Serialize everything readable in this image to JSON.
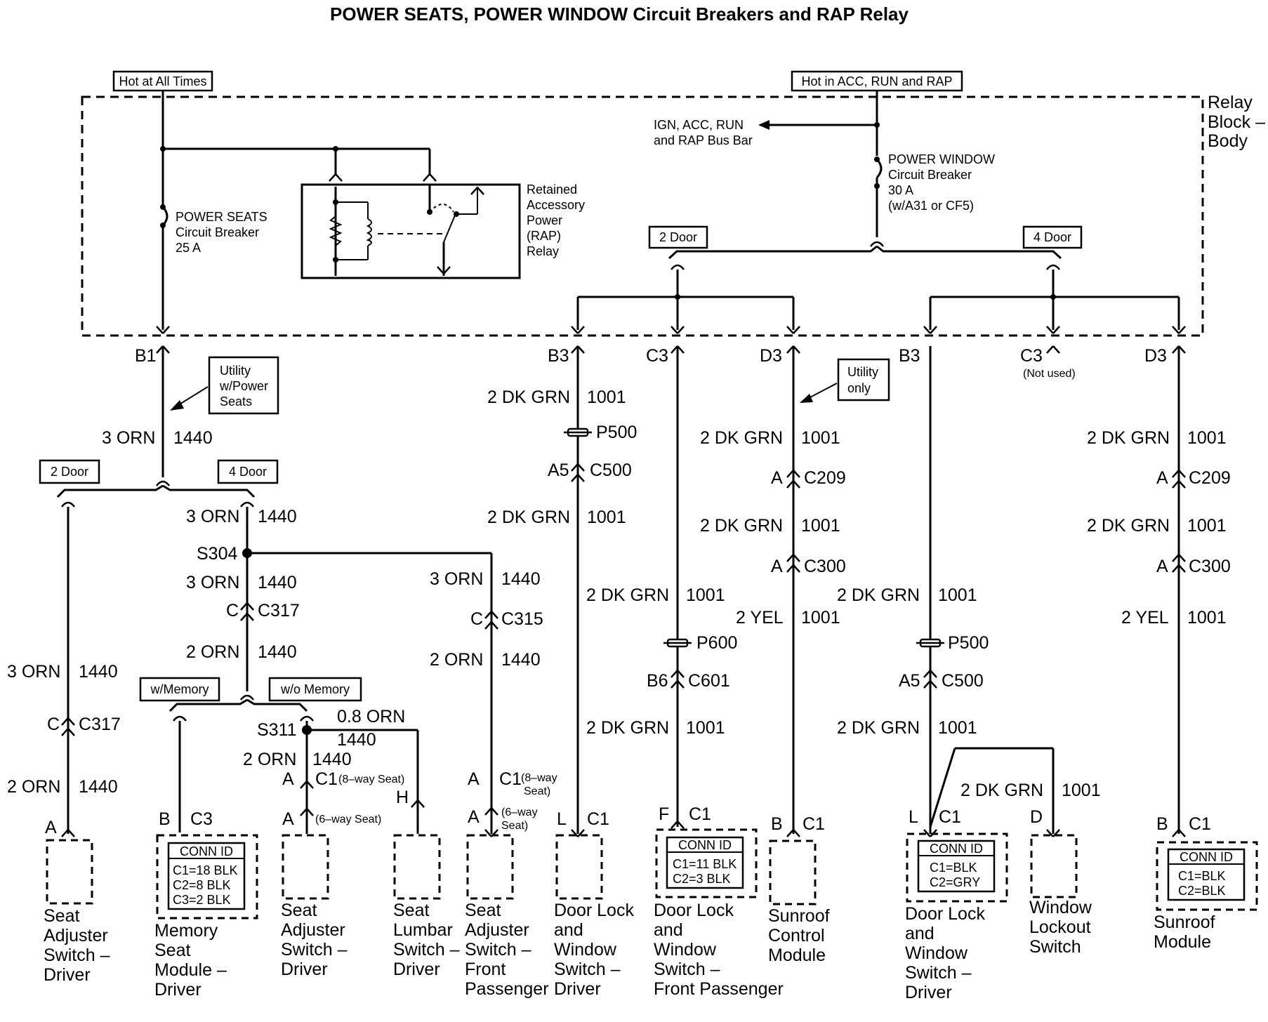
{
  "title": "POWER SEATS, POWER WINDOW Circuit Breakers and RAP Relay",
  "sources": {
    "hot_at_all_times": "Hot at All Times",
    "hot_in_acc": "Hot in ACC, RUN and RAP"
  },
  "relay_block": [
    "Relay",
    "Block –",
    "Body"
  ],
  "bus_bar": [
    "IGN, ACC, RUN",
    "and RAP Bus Bar"
  ],
  "power_window_cb": [
    "POWER WINDOW",
    "Circuit Breaker",
    "30 A",
    "(w/A31 or CF5)"
  ],
  "power_seats_cb": [
    "POWER SEATS",
    "Circuit Breaker",
    "25 A"
  ],
  "rap_relay": [
    "Retained",
    "Accessory",
    "Power",
    "(RAP)",
    "Relay"
  ],
  "options": {
    "two_door": "2 Door",
    "four_door": "4 Door",
    "w_memory": "w/Memory",
    "wo_memory": "w/o Memory"
  },
  "notes": {
    "utility_power_seats": [
      "Utility",
      "w/Power",
      "Seats"
    ],
    "utility_only": [
      "Utility",
      "only"
    ],
    "not_used": "(Not used)",
    "eight_way_seat": "(8–way Seat)",
    "eight_way": "(8–way",
    "seat_word": "Seat)",
    "six_way_seat": "(6–way Seat)",
    "six_way": "(6–way"
  },
  "pins": {
    "b1": "B1",
    "b3": "B3",
    "c3": "C3",
    "d3": "D3",
    "a": "A",
    "b": "B",
    "c": "C",
    "d": "D",
    "f": "F",
    "h": "H",
    "l": "L",
    "a5": "A5",
    "b6": "B6"
  },
  "connectors": {
    "c1": "C1",
    "c3": "C3",
    "c209": "C209",
    "c300": "C300",
    "c315": "C315",
    "c317": "C317",
    "c500": "C500",
    "c601": "C601",
    "p500": "P500",
    "p600": "P600",
    "s304": "S304",
    "s311": "S311"
  },
  "wires": {
    "orn3": "3 ORN",
    "orn2": "2 ORN",
    "orn08": "0.8 ORN",
    "dkgrn2": "2 DK GRN",
    "yel2": "2 YEL",
    "c1440": "1440",
    "c1001": "1001"
  },
  "conn_ids": {
    "header": "CONN ID",
    "memory_seat": [
      "C1=18 BLK",
      "C2=8 BLK",
      "C3=2 BLK"
    ],
    "door_lock_front": [
      "C1=11 BLK",
      "C2=3 BLK"
    ],
    "door_lock_driver": [
      "C1=BLK",
      "C2=GRY"
    ],
    "sunroof_module": [
      "C1=BLK",
      "C2=BLK"
    ]
  },
  "components": {
    "seat_adjuster_driver": [
      "Seat",
      "Adjuster",
      "Switch –",
      "Driver"
    ],
    "memory_seat_module": [
      "Memory",
      "Seat",
      "Module –",
      "Driver"
    ],
    "seat_adjuster_driver_2": [
      "Seat",
      "Adjuster",
      "Switch –",
      "Driver"
    ],
    "seat_lumbar_driver": [
      "Seat",
      "Lumbar",
      "Switch –",
      "Driver"
    ],
    "seat_adjuster_front": [
      "Seat",
      "Adjuster",
      "Switch –",
      "Front",
      "Passenger"
    ],
    "door_lock_driver_2": [
      "Door Lock",
      "and",
      "Window",
      "Switch –",
      "Driver"
    ],
    "door_lock_front": [
      "Door Lock",
      "and",
      "Window",
      "Switch –",
      "Front Passenger"
    ],
    "sunroof_control": [
      "Sunroof",
      "Control",
      "Module"
    ],
    "door_lock_driver_4": [
      "Door Lock",
      "and",
      "Window",
      "Switch –",
      "Driver"
    ],
    "window_lockout": [
      "Window",
      "Lockout",
      "Switch"
    ],
    "sunroof_module": [
      "Sunroof",
      "Module"
    ]
  }
}
